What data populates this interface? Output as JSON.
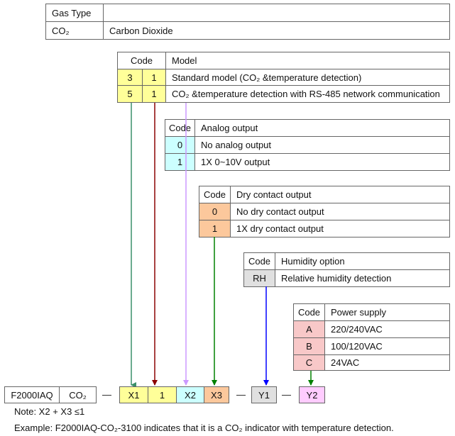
{
  "gas_table": {
    "header": [
      "Gas Type",
      ""
    ],
    "row": [
      "CO₂",
      "Carbon Dioxide"
    ]
  },
  "model_table": {
    "header": [
      "Code",
      "Model"
    ],
    "rows": [
      [
        "3",
        "1",
        "Standard model (CO₂ &temperature detection)"
      ],
      [
        "5",
        "1",
        "CO₂ &temperature detection with RS-485 network communication"
      ]
    ]
  },
  "analog_table": {
    "header": [
      "Code",
      "Analog output"
    ],
    "rows": [
      [
        "0",
        "No analog output"
      ],
      [
        "1",
        "1X 0~10V output"
      ]
    ]
  },
  "dry_table": {
    "header": [
      "Code",
      "Dry contact output"
    ],
    "rows": [
      [
        "0",
        "No dry contact output"
      ],
      [
        "1",
        "1X dry contact output"
      ]
    ]
  },
  "humidity_table": {
    "header": [
      "Code",
      "Humidity option"
    ],
    "rows": [
      [
        "RH",
        "Relative humidity detection"
      ]
    ]
  },
  "power_table": {
    "header": [
      "Code",
      "Power supply"
    ],
    "rows": [
      [
        "A",
        "220/240VAC"
      ],
      [
        "B",
        "100/120VAC"
      ],
      [
        "C",
        "24VAC"
      ]
    ]
  },
  "part_number": {
    "prefix": "F2000IAQ",
    "gas": "CO₂",
    "dash": "—",
    "x1": "X1",
    "fixed": "1",
    "x2": "X2",
    "x3": "X3",
    "y1": "Y1",
    "y2": "Y2"
  },
  "note": "Note: X2 + X3 ≤1",
  "example": "Example: F2000IAQ-CO₂-3100 indicates that it is a CO₂ indicator with temperature detection.",
  "colors": {
    "model": "#ffff99",
    "analog": "#ccffff",
    "dry": "#fcc89c",
    "humidity": "#e0e0e0",
    "power": "#f8c8c8",
    "y2": "#ffccff"
  }
}
